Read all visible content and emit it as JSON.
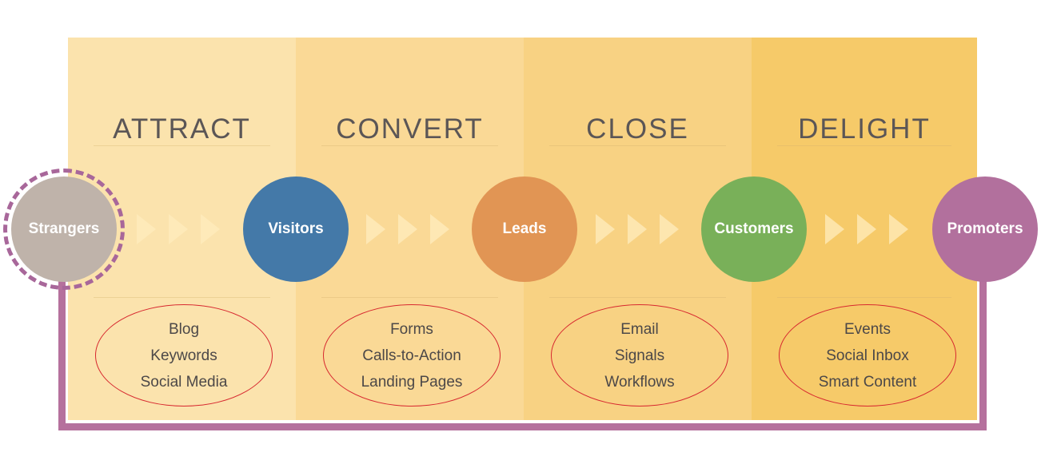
{
  "columns": [
    {
      "title": "ATTRACT",
      "color": "#fbe3ad",
      "tools": [
        "Blog",
        "Keywords",
        "Social Media"
      ]
    },
    {
      "title": "CONVERT",
      "color": "#fad996",
      "tools": [
        "Forms",
        "Calls-to-Action",
        "Landing Pages"
      ]
    },
    {
      "title": "CLOSE",
      "color": "#f8d283",
      "tools": [
        "Email",
        "Signals",
        "Workflows"
      ]
    },
    {
      "title": "DELIGHT",
      "color": "#f6ca69",
      "tools": [
        "Events",
        "Social Inbox",
        "Smart Content"
      ]
    }
  ],
  "stages": [
    {
      "label": "Strangers",
      "color": "#bfb3aa",
      "icon": "dashed-ring"
    },
    {
      "label": "Visitors",
      "color": "#4479a8"
    },
    {
      "label": "Leads",
      "color": "#e19554"
    },
    {
      "label": "Customers",
      "color": "#79b059"
    },
    {
      "label": "Promoters",
      "color": "#b2709d"
    }
  ],
  "colors": {
    "loop": "#b5719d",
    "oval_outline": "#d7282f",
    "title_text": "#5b5656"
  }
}
